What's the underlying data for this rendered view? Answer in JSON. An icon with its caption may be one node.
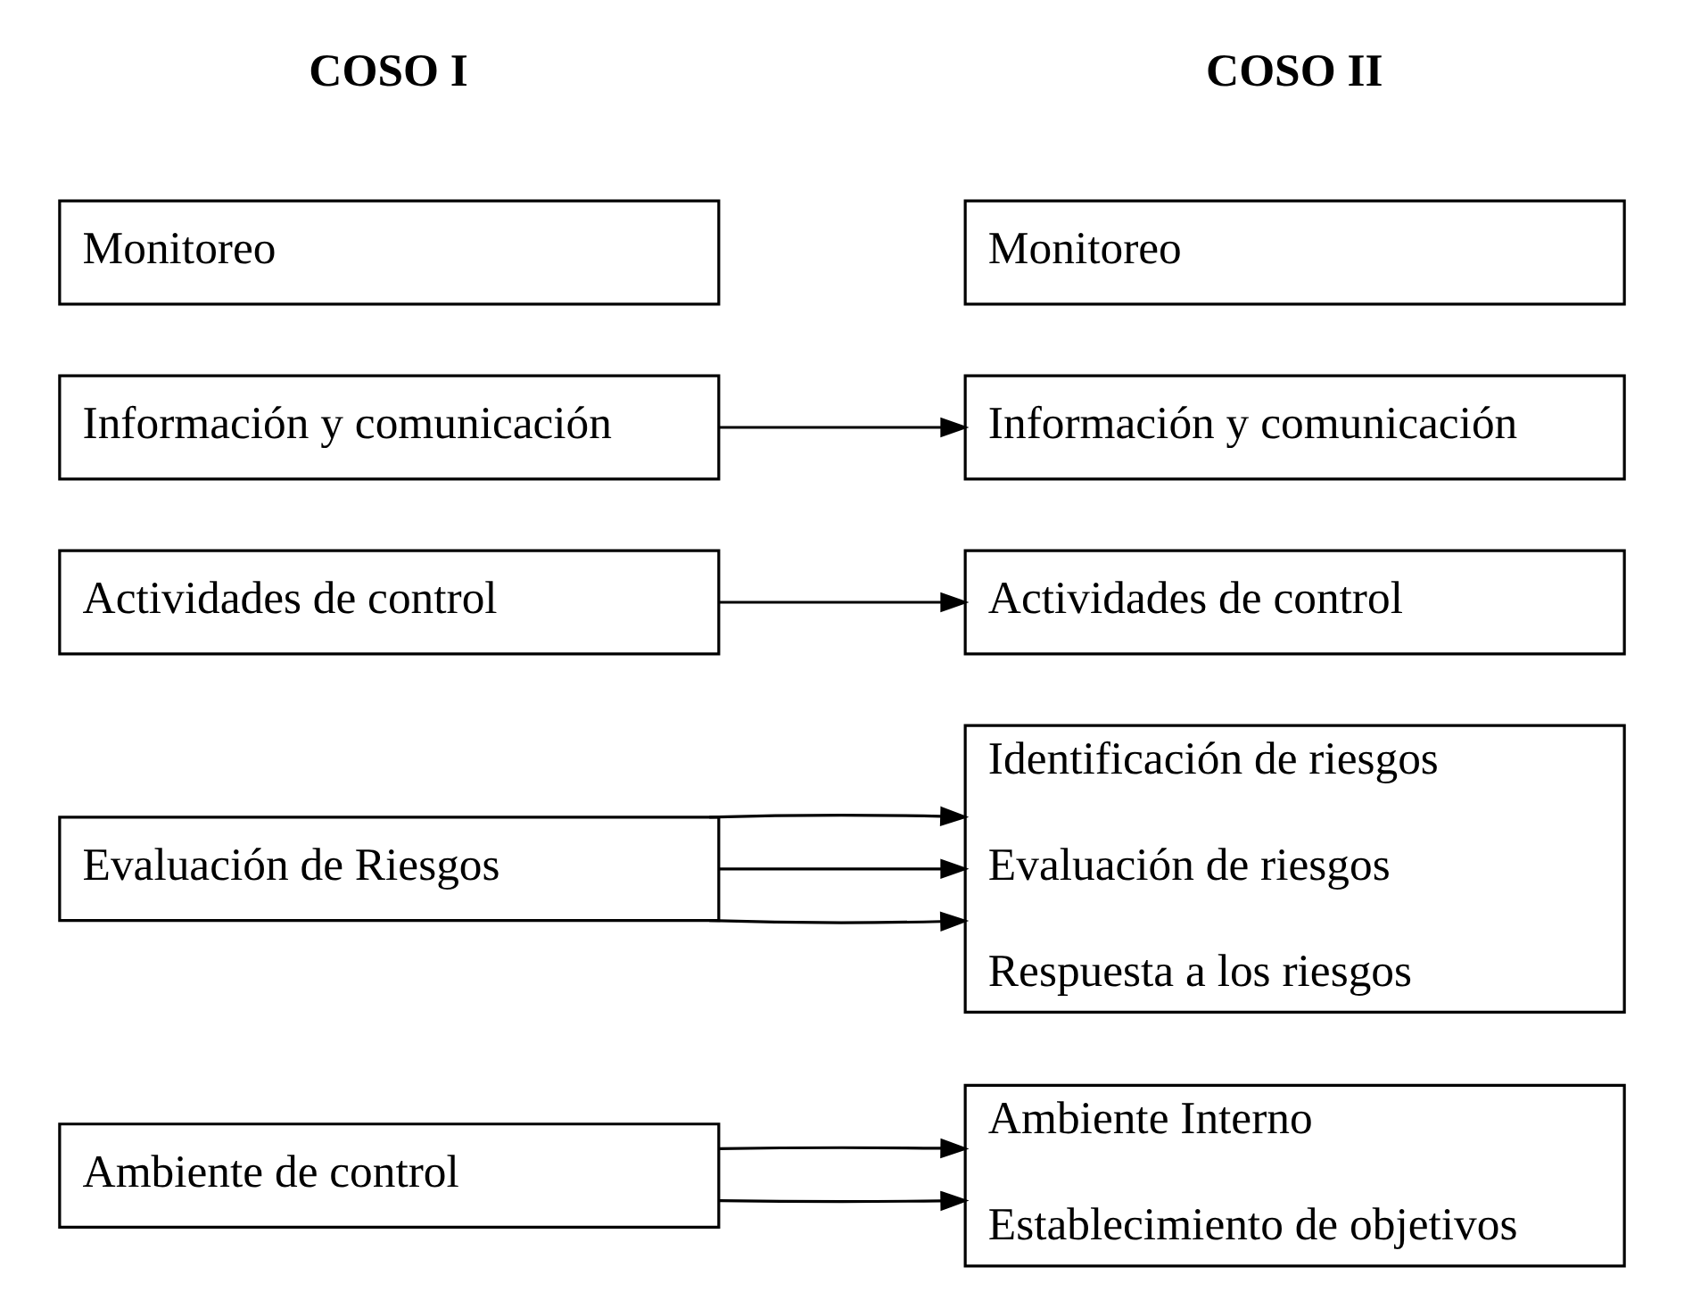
{
  "diagram": {
    "nodes": [
      {
        "text": [
          "Ambiente de control"
        ]
      },
      {
        "text": [
          "Ambiente Interno",
          "Establecimiento de objetivos"
        ]
      },
      {
        "text": [
          "Evaluación de Riesgos"
        ]
      },
      {
        "text": [
          "Identificación de riesgos",
          "Evaluación de riesgos",
          "Respuesta a los riesgos"
        ]
      },
      {
        "text": [
          "Actividades de control"
        ]
      },
      {
        "text": [
          "Actividades de control"
        ]
      },
      {
        "text": [
          "Información y comunicación"
        ]
      },
      {
        "text": [
          "Información y comunicación"
        ]
      },
      {
        "text": [
          "Monitoreo"
        ]
      },
      {
        "text": [
          "Monitoreo"
        ]
      }
    ],
    "edges": [
      {
        "from": 0,
        "to": 1,
        "arrow": "to"
      },
      {
        "from": 0,
        "to": 1,
        "arrow": "to"
      },
      {
        "from": 2,
        "to": 3,
        "arrow": "to"
      },
      {
        "from": 2,
        "to": 3,
        "arrow": "to"
      },
      {
        "from": 2,
        "to": 3,
        "arrow": "to"
      },
      {
        "from": 4,
        "to": 5,
        "arrow": "to"
      },
      {
        "from": 6,
        "to": 7,
        "arrow": "to"
      }
    ],
    "labels": [
      "COSO I",
      "COSO II"
    ]
  }
}
